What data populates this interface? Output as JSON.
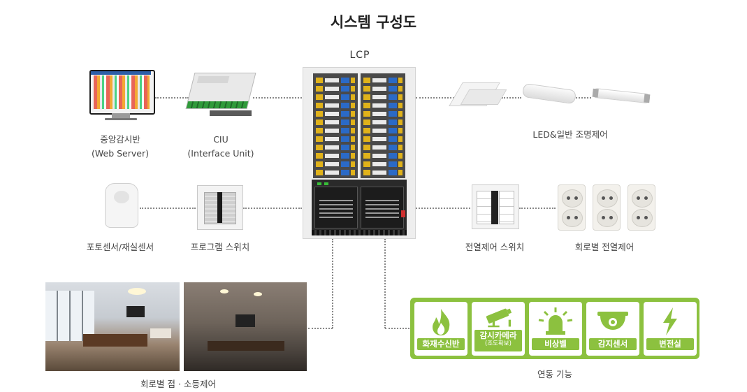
{
  "title": "시스템 구성도",
  "lcp": {
    "label": "LCP"
  },
  "left_top": [
    {
      "line1": "중앙감시반",
      "line2": "(Web Server)"
    },
    {
      "line1": "CIU",
      "line2": "(Interface Unit)"
    }
  ],
  "left_mid": [
    {
      "label": "포토센서/재실센서"
    },
    {
      "label": "프로그램 스위치"
    }
  ],
  "right_top": {
    "label": "LED&일반 조명제어"
  },
  "right_mid": [
    {
      "label": "전열제어 스위치"
    },
    {
      "label": "회로별 전열제어"
    }
  ],
  "bottom_left": {
    "label": "회로별 점 · 소등제어"
  },
  "bottom_right": {
    "label": "연동 기능",
    "items": [
      {
        "label": "화재수신반",
        "icon": "fire-icon"
      },
      {
        "label": "감시카메라",
        "sub": "(조도확보)",
        "icon": "cctv-camera-icon"
      },
      {
        "label": "비상벨",
        "icon": "emergency-bell-icon"
      },
      {
        "label": "감지센서",
        "icon": "detector-sensor-icon"
      },
      {
        "label": "변전실",
        "icon": "lightning-icon"
      }
    ]
  },
  "colors": {
    "accent_green": "#8cc13f",
    "connector": "#888888"
  }
}
